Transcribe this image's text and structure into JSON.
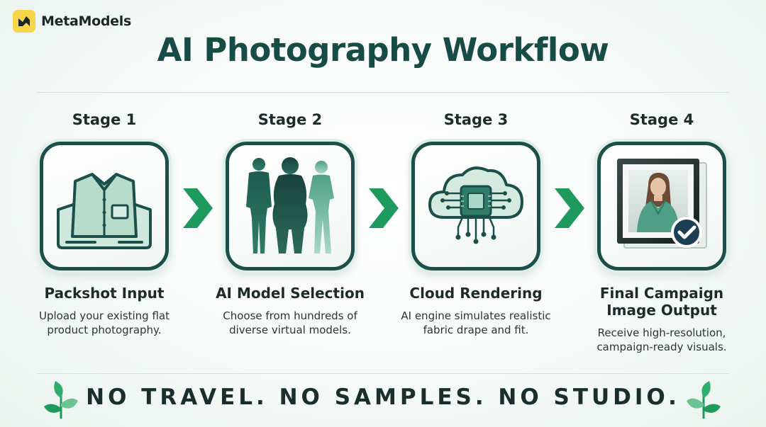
{
  "brand": {
    "name": "MetaModels",
    "logo_icon": "meta-logo-icon"
  },
  "title": "AI Photography Workflow",
  "stages": [
    {
      "label": "Stage 1",
      "title": "Packshot Input",
      "description": "Upload your existing flat product photography.",
      "icon": "folded-shirt-icon"
    },
    {
      "label": "Stage 2",
      "title": "AI Model Selection",
      "description": "Choose from hundreds of diverse virtual models.",
      "icon": "model-silhouettes-icon"
    },
    {
      "label": "Stage 3",
      "title": "Cloud Rendering",
      "description": "AI engine simulates realistic fabric drape and fit.",
      "icon": "cloud-chip-icon"
    },
    {
      "label": "Stage 4",
      "title": "Final Campaign Image Output",
      "description": "Receive high-resolution, campaign-ready visuals.",
      "icon": "framed-portrait-check-icon"
    }
  ],
  "tagline": "NO TRAVEL. NO SAMPLES. NO STUDIO.",
  "colors": {
    "accent": "#1f9a5e",
    "primary": "#174b45",
    "brand_yellow": "#f7d54a"
  }
}
